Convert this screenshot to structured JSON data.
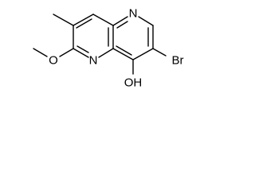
{
  "structure": {
    "atoms": {
      "n_top": "N",
      "n_bottom": "N",
      "oxygen_methoxy": "O",
      "bromine": "Br",
      "hydroxyl": "OH"
    },
    "colors": {
      "bond": "#000000",
      "label": "#000000",
      "background": "#ffffff"
    }
  }
}
